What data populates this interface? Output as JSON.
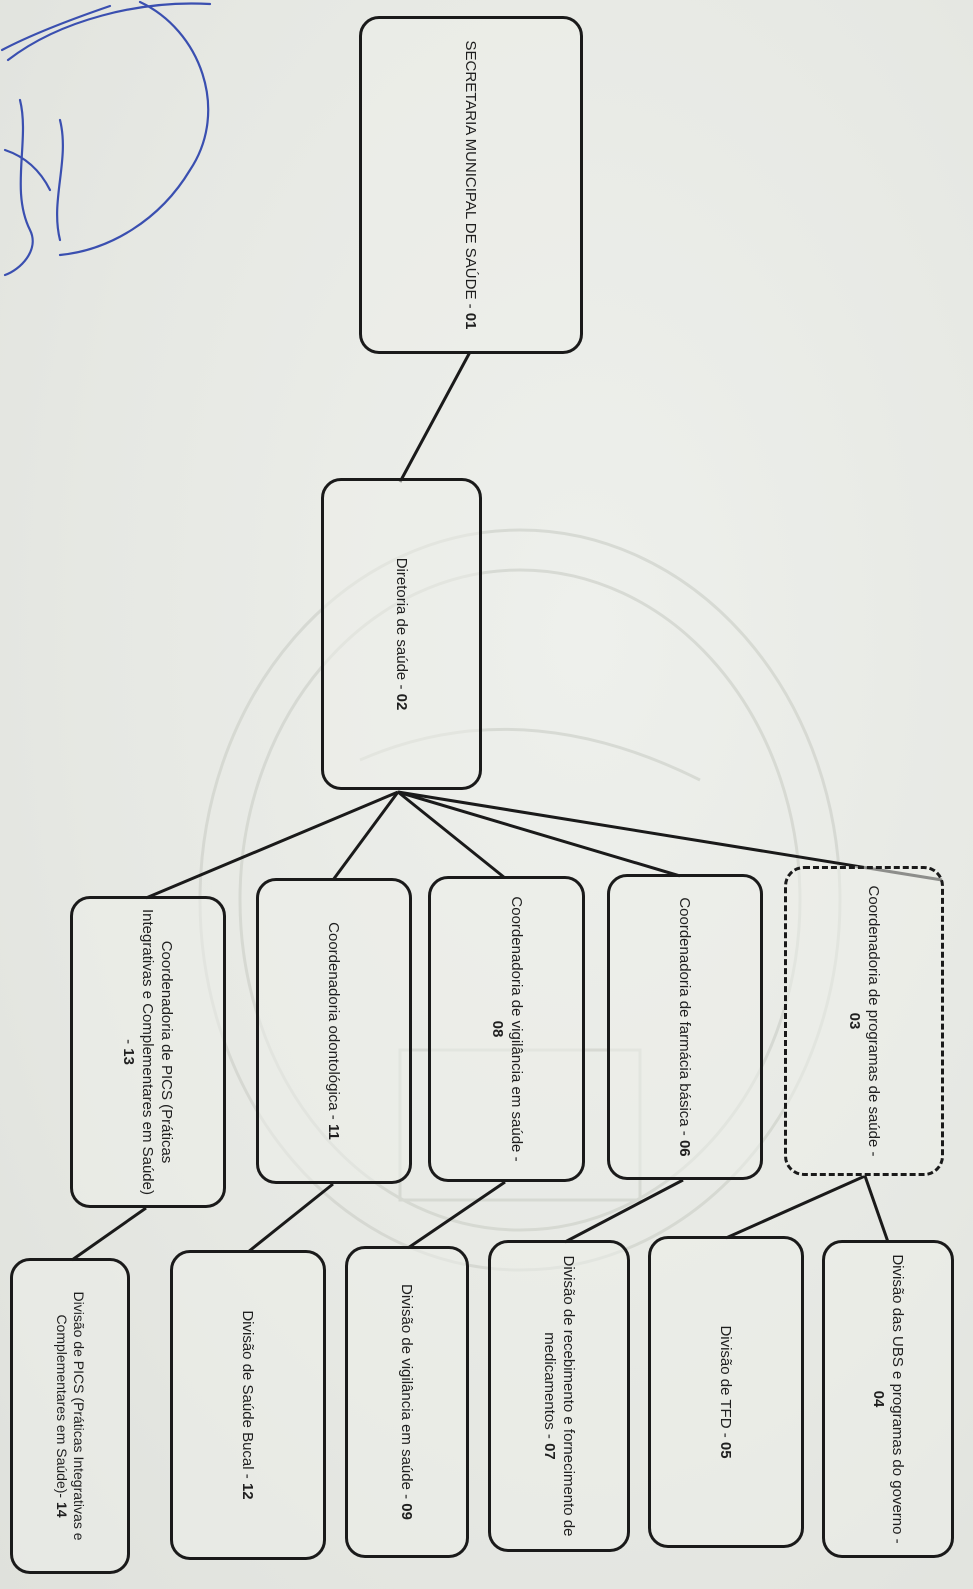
{
  "nodes": [
    {
      "id": "n01",
      "label": "SECRETARIA MUNICIPAL DE SAÚDE -",
      "code": "01"
    },
    {
      "id": "n02",
      "label": "Diretoria de saúde -",
      "code": "02"
    },
    {
      "id": "n03",
      "label": "Coordenadoria de programas de saúde -",
      "code": "03"
    },
    {
      "id": "n06",
      "label": "Coordenadoria de farmácia básica -",
      "code": "06"
    },
    {
      "id": "n08",
      "label": "Coordenadoria de vigilância em saúde -",
      "code": "08"
    },
    {
      "id": "n11",
      "label": "Coordenadoria odontológica -",
      "code": "11"
    },
    {
      "id": "n13",
      "label": "Coordenadoria de PICS (Práticas Integrativas e Complementares em Saúde) -",
      "code": "13"
    },
    {
      "id": "n04",
      "label": "Divisão das UBS e programas do governo -",
      "code": "04"
    },
    {
      "id": "n05",
      "label": "Divisão de TFD -",
      "code": "05"
    },
    {
      "id": "n07",
      "label": "Divisão de recebimento e fornecimento de medicamentos -",
      "code": "07"
    },
    {
      "id": "n09",
      "label": "Divisão de vigilância em saúde -",
      "code": "09"
    },
    {
      "id": "n12",
      "label": "Divisão de Saúde Bucal -",
      "code": "12"
    },
    {
      "id": "n14",
      "label": "Divisão de PICS (Práticas Integrativas e Complementares em Saúde)-",
      "code": "14"
    }
  ],
  "edges": [
    [
      "n01",
      "n02"
    ],
    [
      "n02",
      "n03"
    ],
    [
      "n02",
      "n06"
    ],
    [
      "n02",
      "n08"
    ],
    [
      "n02",
      "n11"
    ],
    [
      "n02",
      "n13"
    ],
    [
      "n03",
      "n04"
    ],
    [
      "n03",
      "n05"
    ],
    [
      "n06",
      "n07"
    ],
    [
      "n08",
      "n09"
    ],
    [
      "n11",
      "n12"
    ],
    [
      "n13",
      "n14"
    ]
  ],
  "colors": {
    "line": "#1a1a1a",
    "signature": "#3a4fb0",
    "stamp": "#c9ccc5"
  }
}
